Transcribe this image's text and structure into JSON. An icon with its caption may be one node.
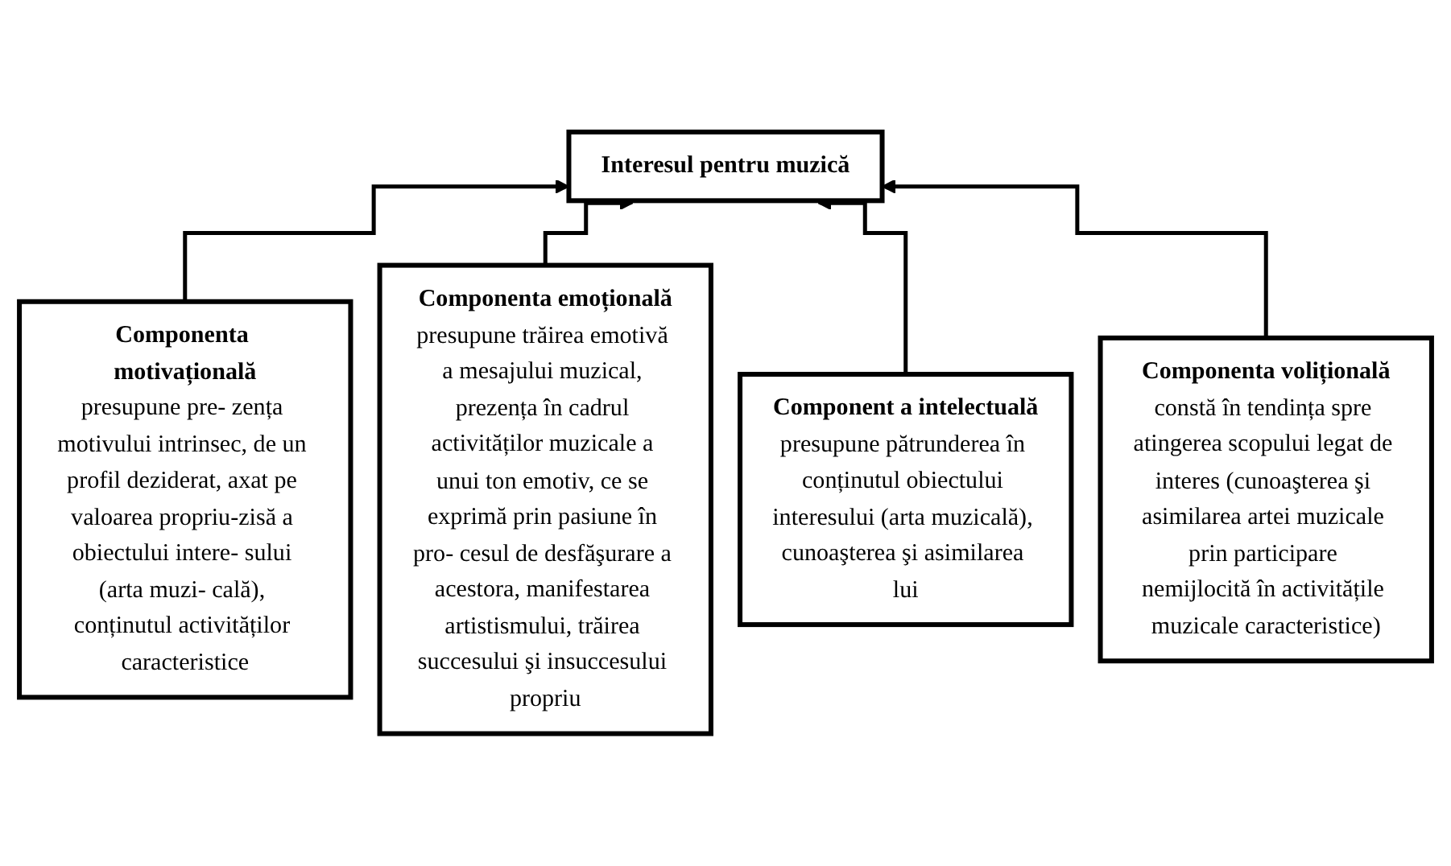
{
  "diagram": {
    "nodes": [
      {
        "text": [
          "Interesul pentru muzică"
        ]
      },
      {
        "text": [
          "Componenta motivațională",
          "presupune pre- zența motivului intrinsec, de un profil deziderat, axat pe valoarea propriu-zisă a obiectului intere- sului (arta muzi- cală), conținutul activităților caracteristice"
        ]
      },
      {
        "text": [
          "Componenta emoțională",
          "presupune trăirea emotivă a mesajului muzical, prezența în cadrul activităților muzicale a unui ton emotiv, ce se exprimă prin pasiune în pro- cesul de desfăşurare a acestora, manifestarea artistismului, trăirea succesului şi insuccesului propriu"
        ]
      },
      {
        "text": [
          "Component a intelectuală",
          "presupune pătrunderea în conținutul obiectului interesului (arta muzicală), cunoaşterea şi asimilarea lui"
        ]
      },
      {
        "text": [
          "Componenta volițională",
          "constă în tendința spre atingerea scopului legat de interes (cunoaşterea şi asimilarea artei muzicale prin participare nemijlocită în activitățile muzicale caracteristice)"
        ]
      }
    ],
    "edges": [
      {
        "from": 1,
        "to": 0,
        "arrow": "to"
      },
      {
        "from": 2,
        "to": 0,
        "arrow": "to"
      },
      {
        "from": 3,
        "to": 0,
        "arrow": "to"
      },
      {
        "from": 4,
        "to": 0,
        "arrow": "to"
      }
    ]
  }
}
